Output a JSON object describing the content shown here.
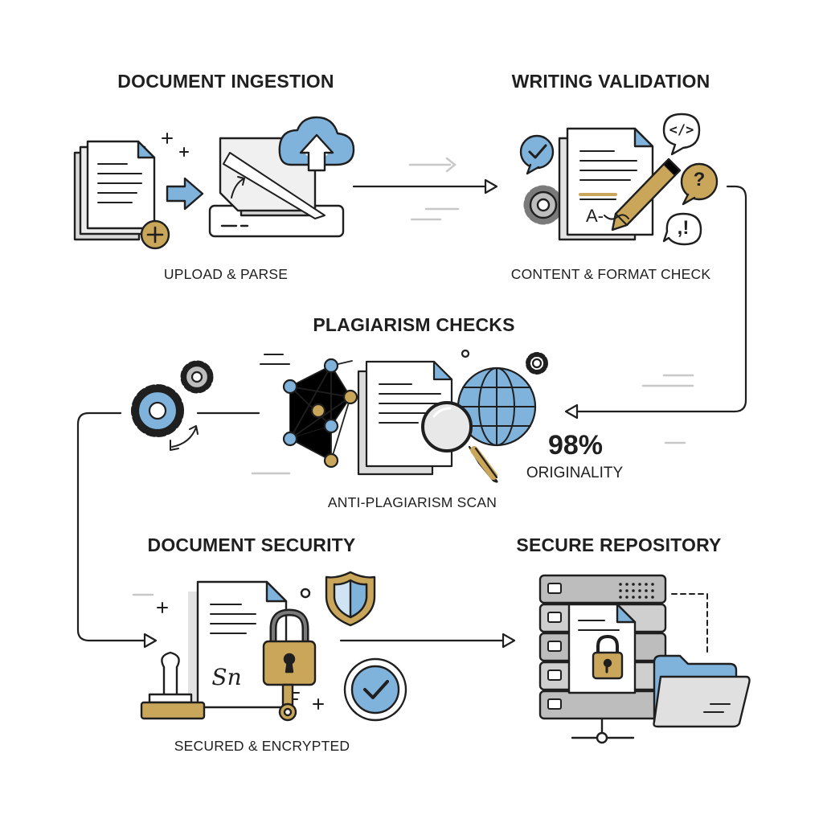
{
  "stages": {
    "ingestion": {
      "title": "DOCUMENT INGESTION",
      "caption": "UPLOAD & PARSE"
    },
    "validation": {
      "title": "WRITING VALIDATION",
      "caption": "CONTENT & FORMAT CHECK"
    },
    "plagiarism": {
      "title": "PLAGIARISM CHECKS",
      "caption": "ANTI-PLAGIARISM SCAN",
      "originality_value": "98%",
      "originality_label": "ORIGINALITY"
    },
    "security": {
      "title": "DOCUMENT SECURITY",
      "caption": "SECURED & ENCRYPTED"
    },
    "repository": {
      "title": "SECURE REPOSITORY"
    }
  },
  "icon_glyphs": {
    "code_bubble": "</>",
    "question_bubble": "?",
    "exclaim_bubble": ",!",
    "ocr_text": "A-",
    "signature": "Sn"
  },
  "colors": {
    "stroke": "#1f1f1f",
    "blue": "#7fb3dc",
    "light_blue": "#cfe3f3",
    "gold": "#c9a659",
    "gray": "#bdbdbd",
    "paper": "#ffffff"
  }
}
